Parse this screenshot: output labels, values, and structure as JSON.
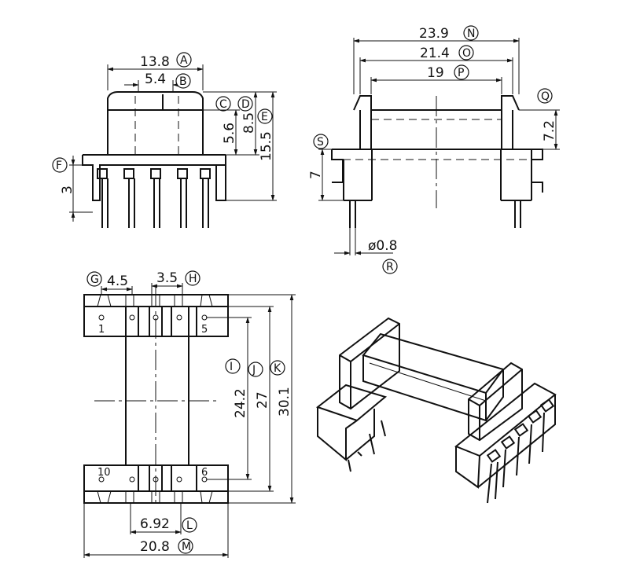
{
  "front_view": {
    "dims": {
      "width_overall": "13.8",
      "width_overall_ref": "A",
      "core_width": "5.4",
      "core_width_ref": "B",
      "ref_c": "C",
      "ref_d": "D",
      "flange_h": "5.6",
      "core_h": "8.5",
      "overall_h": "15.5",
      "overall_h_ref": "E",
      "pin_len": "3",
      "pin_len_ref": "F"
    }
  },
  "side_view": {
    "dims": {
      "total": "23.9",
      "total_ref": "N",
      "mid": "21.4",
      "mid_ref": "O",
      "inner": "19",
      "inner_ref": "P",
      "ref_q": "Q",
      "slot_h": "7.2",
      "ref_s": "S",
      "base_h": "7",
      "pin_dia": "ø0.8",
      "pin_dia_ref": "R"
    }
  },
  "bottom_view": {
    "dims": {
      "pitch": "4.5",
      "pitch_ref": "G",
      "slot": "3.5",
      "slot_ref": "H",
      "row_dist": "24.2",
      "row_dist_ref": "I",
      "inner_len": "27",
      "inner_len_ref": "J",
      "overall_len": "30.1",
      "overall_len_ref": "K",
      "core_w": "6.92",
      "core_w_ref": "L",
      "overall_w": "20.8",
      "overall_w_ref": "M"
    },
    "pins": {
      "p1": "1",
      "p5": "5",
      "p10": "10",
      "p6": "6"
    }
  }
}
